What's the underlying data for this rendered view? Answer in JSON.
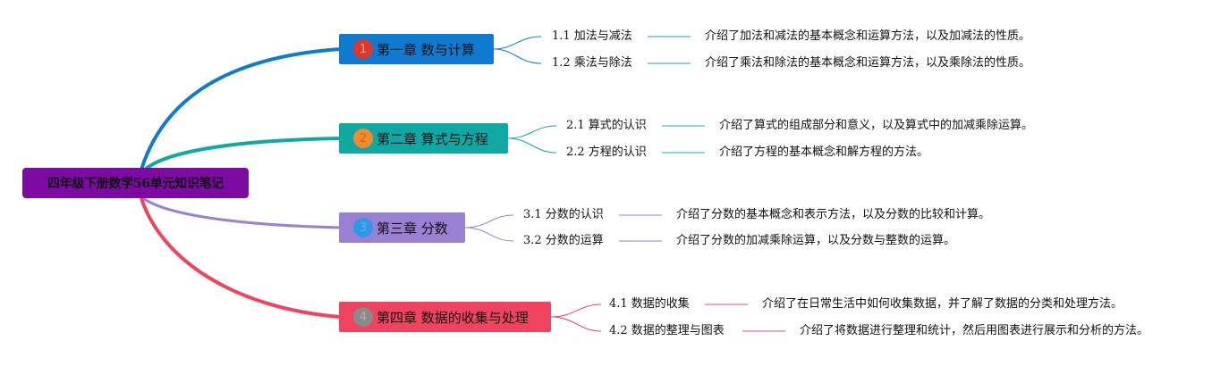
{
  "root": {
    "title": "四年级下册数学56单元知识笔记"
  },
  "chapters": [
    {
      "badge": "1",
      "title": "第一章 数与计算",
      "color": "#0f7bd0",
      "sections": [
        {
          "title": "1.1 加法与减法",
          "desc": "介绍了加法和减法的基本概念和运算方法，以及加减法的性质。"
        },
        {
          "title": "1.2 乘法与除法",
          "desc": "介绍了乘法和除法的基本概念和运算方法，以及乘除法的性质。"
        }
      ]
    },
    {
      "badge": "2",
      "title": "第二章 算式与方程",
      "color": "#10a8a3",
      "sections": [
        {
          "title": "2.1 算式的认识",
          "desc": "介绍了算式的组成部分和意义，以及算式中的加减乘除运算。"
        },
        {
          "title": "2.2 方程的认识",
          "desc": "介绍了方程的基本概念和解方程的方法。"
        }
      ]
    },
    {
      "badge": "3",
      "title": "第三章 分数",
      "color": "#9a80d2",
      "sections": [
        {
          "title": "3.1 分数的认识",
          "desc": "介绍了分数的基本概念和表示方法，以及分数的比较和计算。"
        },
        {
          "title": "3.2 分数的运算",
          "desc": "介绍了分数的加减乘除运算，以及分数与整数的运算。"
        }
      ]
    },
    {
      "badge": "4",
      "title": "第四章 数据的收集与处理",
      "color": "#f0435f",
      "sections": [
        {
          "title": "4.1 数据的收集",
          "desc": "介绍了在日常生活中如何收集数据，并了解了数据的分类和处理方法。"
        },
        {
          "title": "4.2 数据的整理与图表",
          "desc": "介绍了将数据进行整理和统计，然后用图表进行展示和分析的方法。"
        }
      ]
    }
  ],
  "colors": {
    "root_bg": "#7d0aa3",
    "badge_colors": [
      "#e0372a",
      "#f08a2c",
      "#2e97e6",
      "#8a8a8a"
    ],
    "badge_text_colors": [
      "#f4a19a",
      "#c86a1c",
      "#5ab0ee",
      "#b0b0b0"
    ]
  }
}
